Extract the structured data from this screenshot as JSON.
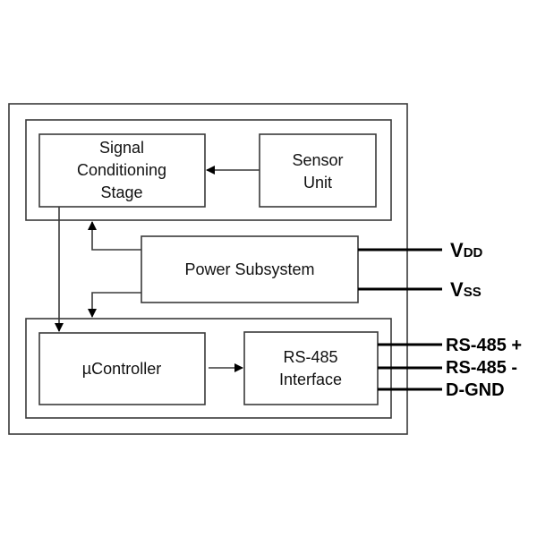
{
  "blocks": {
    "signal_conditioning": [
      "Signal",
      "Conditioning",
      "Stage"
    ],
    "sensor_unit": [
      "Sensor",
      "Unit"
    ],
    "power_subsystem": "Power Subsystem",
    "microcontroller": "µController",
    "rs485_interface": [
      "RS-485",
      "Interface"
    ]
  },
  "external": {
    "vdd": {
      "main": "V",
      "sub": "DD"
    },
    "vss": {
      "main": "V",
      "sub": "SS"
    },
    "rs485_plus": "RS-485 +",
    "rs485_minus": "RS-485 -",
    "dgnd": "D-GND"
  }
}
